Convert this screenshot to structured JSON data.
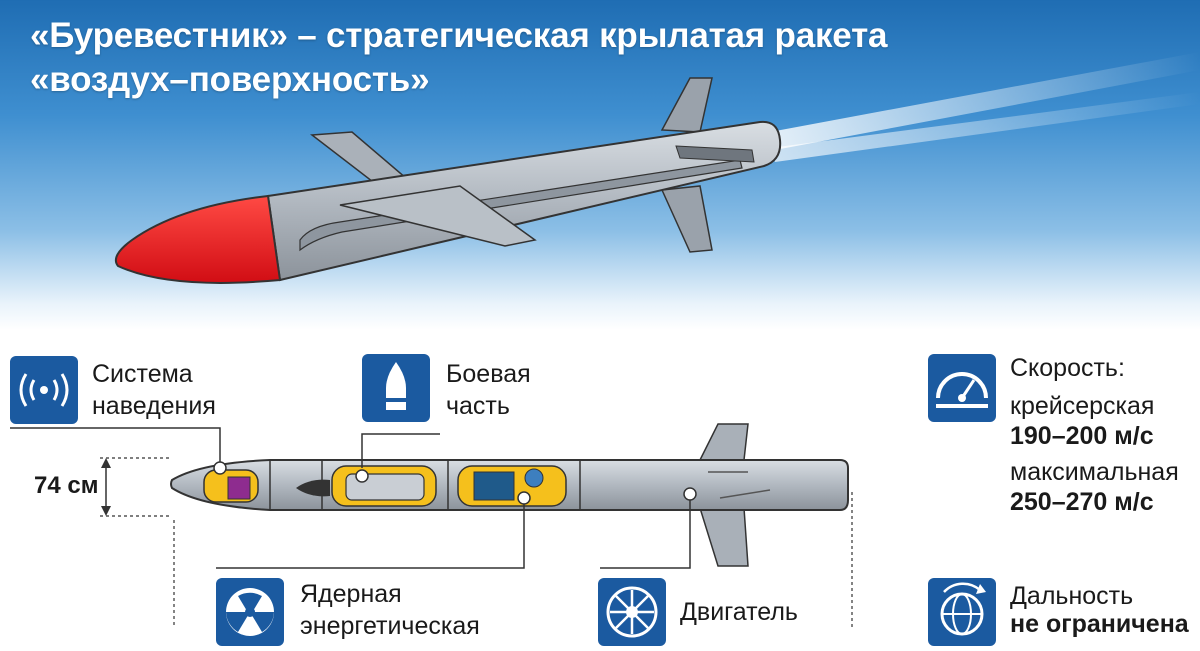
{
  "title": {
    "line1": "«Буревестник» – стратегическая крылатая ракета",
    "line2": "«воздух–поверхность»"
  },
  "components": {
    "guidance": {
      "icon": "radio-signal-icon",
      "line1": "Система",
      "line2": "наведения"
    },
    "warhead": {
      "icon": "warhead-icon",
      "line1": "Боевая",
      "line2": "часть"
    },
    "nuclear": {
      "icon": "radiation-icon",
      "line1": "Ядерная",
      "line2": "энергетическая"
    },
    "engine": {
      "icon": "turbine-icon",
      "line1": "Двигатель"
    }
  },
  "dimension": {
    "diameter": "74 см"
  },
  "speed": {
    "icon": "speedometer-icon",
    "heading": "Скорость:",
    "cruise_label": "крейсерская",
    "cruise_value": "190–200 м/с",
    "max_label": "максимальная",
    "max_value": "250–270 м/с"
  },
  "range": {
    "icon": "globe-icon",
    "heading": "Дальность",
    "value": "не ограничена"
  },
  "colors": {
    "sky_top": "#1f6db3",
    "accent_blue": "#1b5aa0",
    "nose_red": "#e8141c",
    "body_grey": "#b5bcc4",
    "component_yellow": "#f5c01c"
  }
}
